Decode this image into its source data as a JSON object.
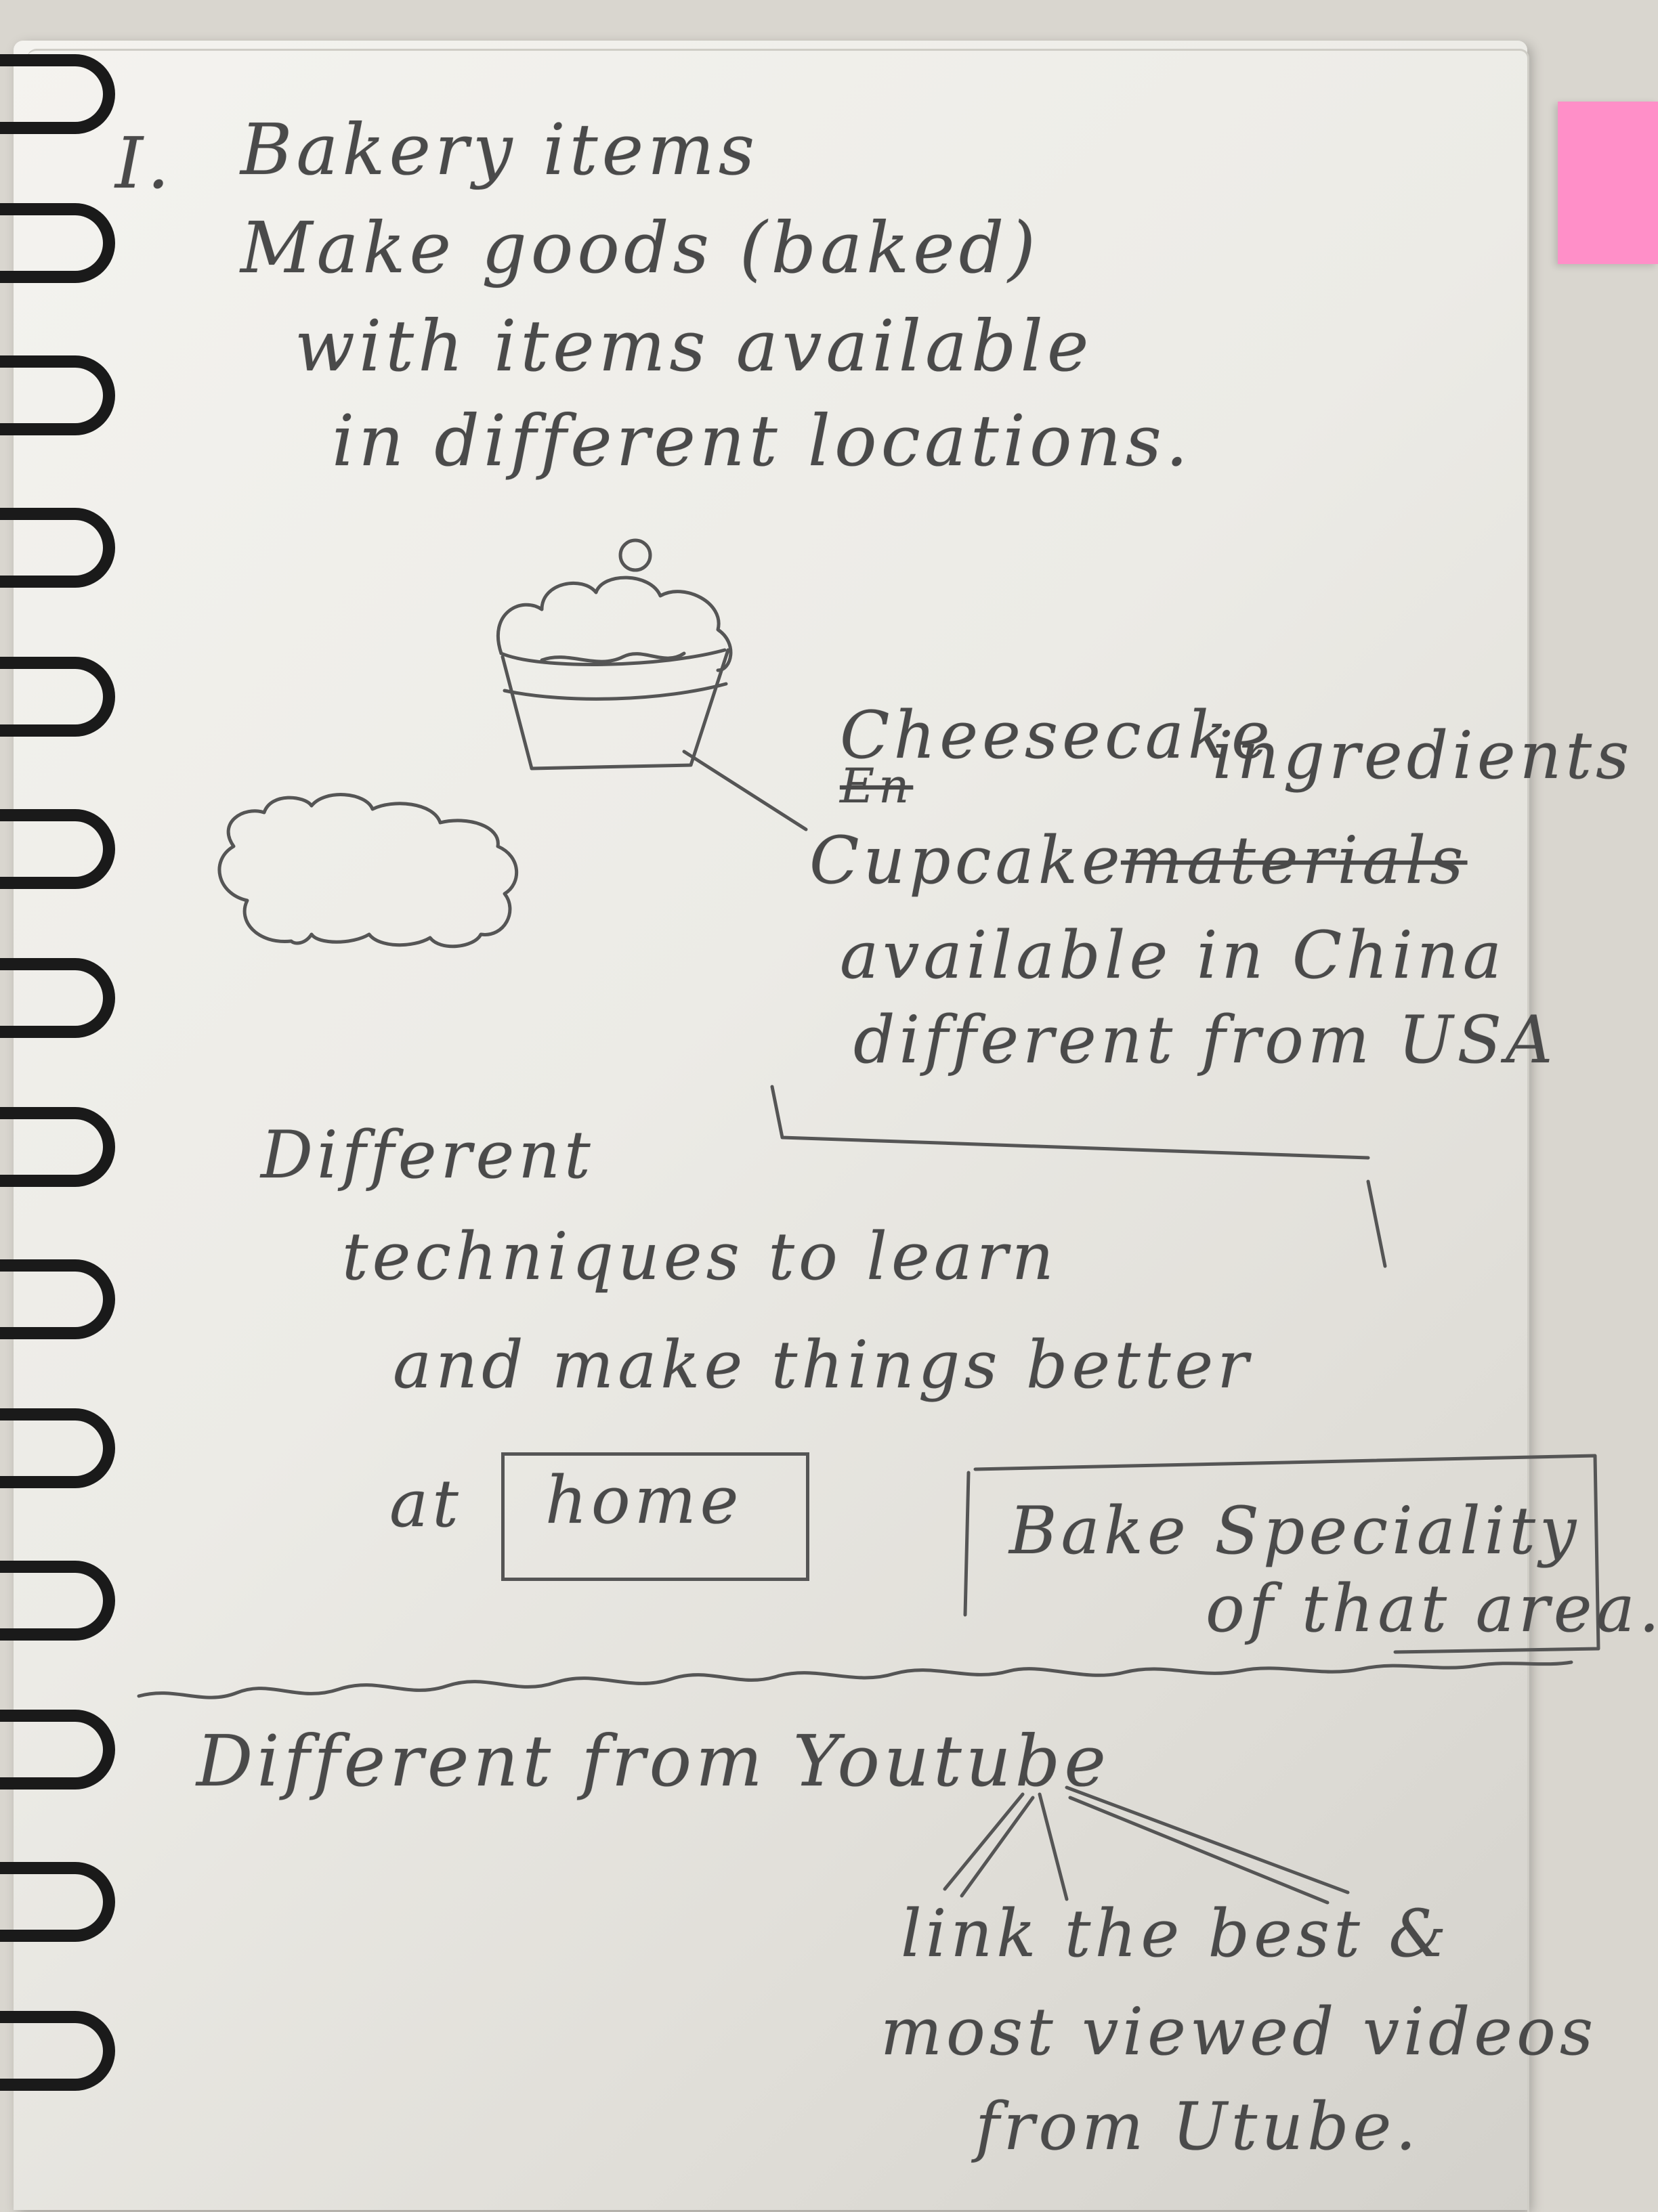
{
  "photo": {
    "subject": "spiral notebook page with pencil handwriting",
    "paper_color": "#f2f1ed",
    "pencil_color": "#4a4a4a",
    "sticky_tab_color": "#ff8fc8",
    "spiral_color": "#1a1a1a"
  },
  "notes": {
    "item_marker": "I.",
    "title": "Bakery items",
    "line1": "Make goods (baked)",
    "line2": "with items available",
    "line3": "in different locations.",
    "cloud_caption_1": "Cheesecake",
    "cloud_caption_2_struck": "En",
    "cloud_caption_2_inserted": "ingredients",
    "cloud_caption_3a": "Cupcake",
    "cloud_caption_3b_struck": "materials",
    "cloud_caption_4": "available in China",
    "cloud_caption_5": "different from USA",
    "technique_1": "Different",
    "technique_2": "techniques to learn",
    "technique_3": "and make things better",
    "technique_4a": "at",
    "technique_4b": "home",
    "speciality_1": "Bake Speciality",
    "speciality_2": "of that area.",
    "youtube_1": "Different from Youtube",
    "youtube_2": "link the best &",
    "youtube_3": "most viewed videos",
    "youtube_4": "from Utube."
  }
}
